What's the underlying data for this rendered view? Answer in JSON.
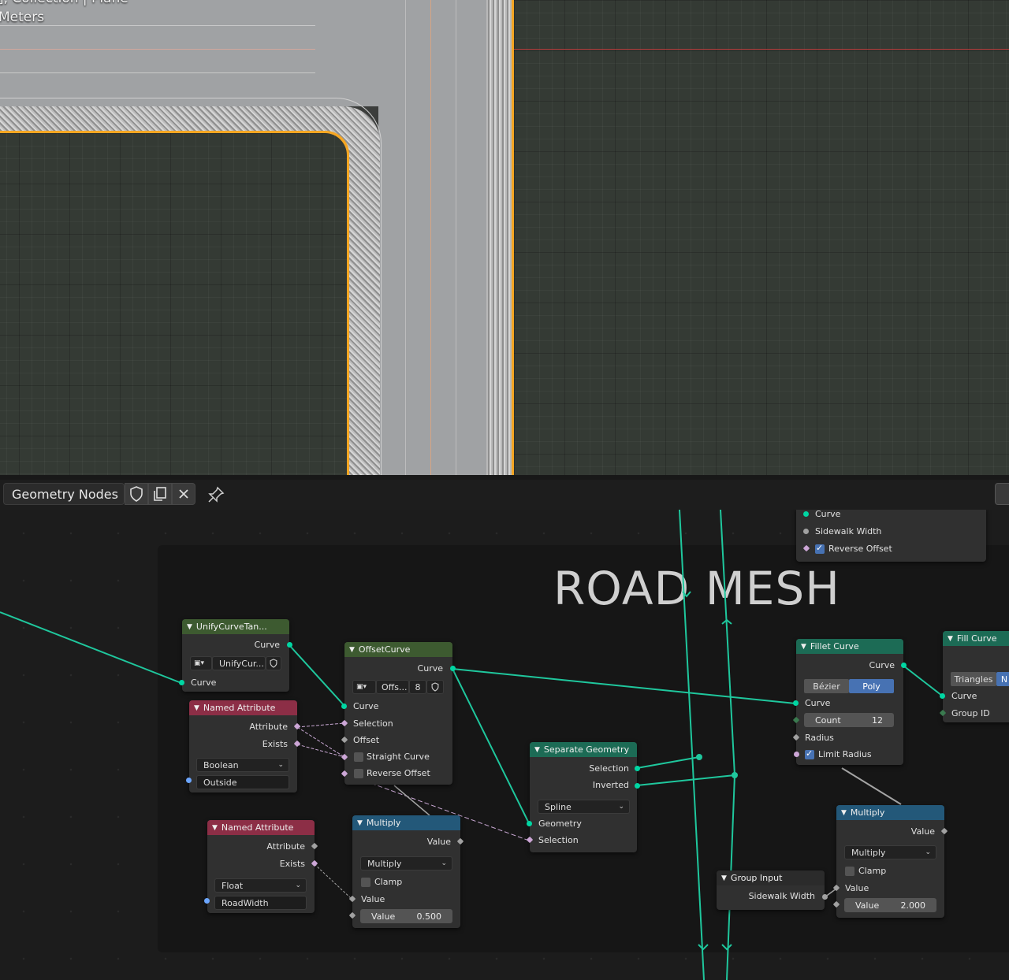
{
  "viewport": {
    "overlay_line1": "], Collection | Plane",
    "overlay_line2": "Meters"
  },
  "editor_header": {
    "title": "Geometry Nodes"
  },
  "frame": {
    "label": "ROAD MESH"
  },
  "nodes": {
    "top_partial": {
      "curve": "Curve",
      "sidewalk_width": "Sidewalk Width",
      "reverse_offset": "Reverse Offset"
    },
    "unify": {
      "title": "UnifyCurveTan...",
      "out": "Curve",
      "group": "UnifyCur...",
      "in": "Curve"
    },
    "named1": {
      "title": "Named Attribute",
      "attribute": "Attribute",
      "exists": "Exists",
      "type": "Boolean",
      "name": "Outside"
    },
    "offset": {
      "title": "OffsetCurve",
      "out": "Curve",
      "group": "Offs...",
      "users": "8",
      "curve": "Curve",
      "selection": "Selection",
      "offset": "Offset",
      "straight": "Straight Curve",
      "reverse": "Reverse Offset"
    },
    "named2": {
      "title": "Named Attribute",
      "attribute": "Attribute",
      "exists": "Exists",
      "type": "Float",
      "name": "RoadWidth"
    },
    "multiply1": {
      "title": "Multiply",
      "out": "Value",
      "op": "Multiply",
      "clamp": "Clamp",
      "value": "Value",
      "field_label": "Value",
      "field_value": "0.500"
    },
    "separate": {
      "title": "Separate Geometry",
      "selection_out": "Selection",
      "inverted": "Inverted",
      "domain": "Spline",
      "geometry": "Geometry",
      "selection_in": "Selection"
    },
    "fillet": {
      "title": "Fillet Curve",
      "out": "Curve",
      "mode_a": "Bézier",
      "mode_b": "Poly",
      "curve": "Curve",
      "count_label": "Count",
      "count_value": "12",
      "radius": "Radius",
      "limit": "Limit Radius"
    },
    "fill": {
      "title": "Fill Curve",
      "mode": "Triangles",
      "mode2": "N",
      "curve": "Curve",
      "group_id": "Group ID"
    },
    "multiply2": {
      "title": "Multiply",
      "out": "Value",
      "op": "Multiply",
      "clamp": "Clamp",
      "value": "Value",
      "field_label": "Value",
      "field_value": "2.000"
    },
    "group_input": {
      "title": "Group Input",
      "sidewalk_width": "Sidewalk Width"
    }
  },
  "colors": {
    "socket_geometry": "#00d6a3",
    "wire": "#22c9a0",
    "frame_bg": "#161616",
    "selected_outline": "#f5a623"
  }
}
